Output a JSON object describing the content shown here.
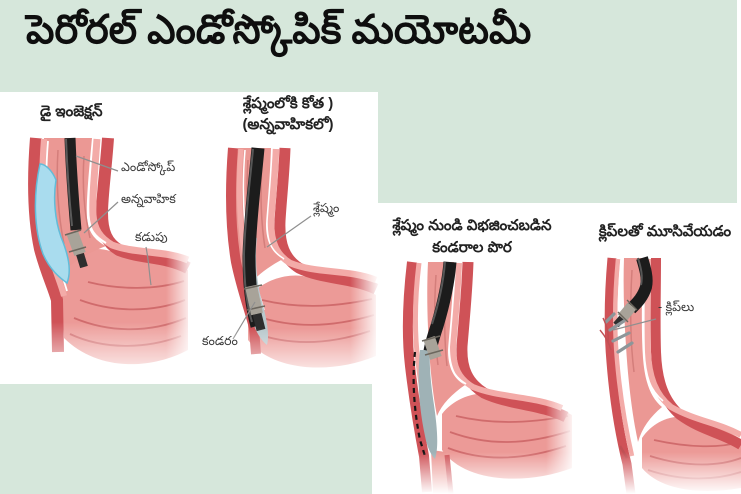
{
  "title": "పెరోరల్ ఎండోస్కోపిక్ మయోటమీ",
  "panels": [
    {
      "title": "డై ఇంజెక్షన్",
      "labels": {
        "endoscope": "ఎండోస్కోప్",
        "esophagus": "అన్నవాహిక",
        "stomach": "కడుపు"
      }
    },
    {
      "title_line1": "శ్లేష్మంలోకి కోత )",
      "title_line2": "(అన్నవాహికలో)",
      "labels": {
        "mucosa": "శ్లేష్మం",
        "muscle": "కండరం"
      }
    },
    {
      "title_line1": "శ్లేష్మం నుండి విభజించబడిన",
      "title_line2": "కండరాల పొర"
    },
    {
      "title": "క్లిప్‌లతో మూసివేయడం",
      "labels": {
        "clips": "- క్లిప్‌లు"
      }
    }
  ],
  "colors": {
    "background_green": "#d6e7db",
    "panel_white": "#ffffff",
    "wall_outer_red": "#cf5257",
    "wall_inner_pink": "#f3aba8",
    "lumen_pink": "#eb9894",
    "stomach_pink": "#ec9a97",
    "fold_red": "#d06b6c",
    "dye_blue": "#a9dcee",
    "scope_black": "#1f1f1f",
    "scope_band_gray": "#a8a399",
    "tunnel_gray": "#9fb2b6",
    "leader_line_gray": "#8f8f8f",
    "title_text": "#0e0e0e",
    "label_text": "#3a3a3a"
  }
}
